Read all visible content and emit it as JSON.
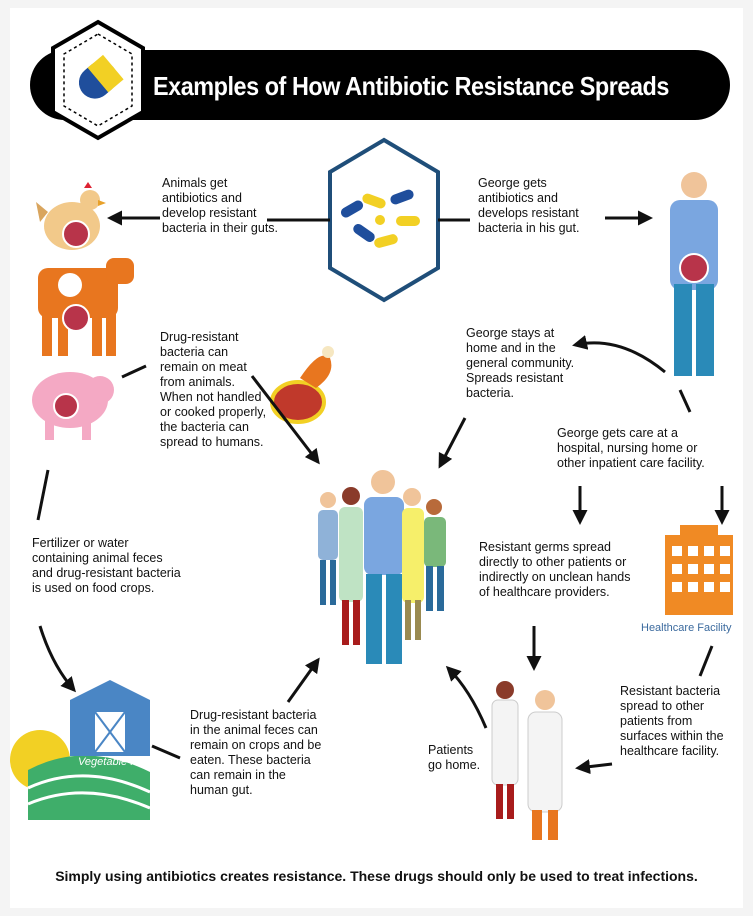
{
  "title": "Examples of How Antibiotic Resistance Spreads",
  "captions": {
    "animals": "Animals get\nantibiotics and\ndevelop resistant\nbacteria in their guts.",
    "george": "George gets\nantibiotics and\ndevelops resistant\nbacteria in his gut.",
    "meat": "Drug-resistant\nbacteria can\nremain on meat\nfrom animals.\nWhen not handled\nor cooked properly,\nthe bacteria can\nspread to humans.",
    "home": "George stays at\nhome and in the\ngeneral community.\nSpreads resistant\nbacteria.",
    "hospital": "George gets care at a\nhospital, nursing home or\nother inpatient care facility.",
    "fertilizer": "Fertilizer or water\ncontaining animal feces\nand drug-resistant bacteria\nis used on food crops.",
    "germs": "Resistant germs spread\ndirectly to other patients or\nindirectly on unclean hands\nof healthcare providers.",
    "crops": "Drug-resistant bacteria\nin the animal feces can\nremain on crops and be\neaten. These bacteria\ncan remain in the\nhuman gut.",
    "patients_home": "Patients\ngo home.",
    "facility_spread": "Resistant bacteria\nspread to other\npatients from\nsurfaces within the\nhealthcare facility."
  },
  "labels": {
    "healthcare_facility": "Healthcare Facility",
    "vegetable_farm": "Vegetable Farm"
  },
  "footer": "Simply using antibiotics creates resistance.  These drugs should only be used to treat infections.",
  "colors": {
    "title_bg": "#000000",
    "accent_blue": "#1f4e79",
    "facility_orange": "#f08a24",
    "farm_blue": "#4a86c5",
    "pill_yellow": "#f2d024"
  },
  "icons": [
    "pill-hexagon-icon",
    "chicken-icon",
    "cow-icon",
    "pig-icon",
    "meat-icon",
    "george-figure-icon",
    "crowd-icon",
    "healthcare-facility-icon",
    "vegetable-farm-icon",
    "patients-icon",
    "gut-bacteria-icon"
  ]
}
